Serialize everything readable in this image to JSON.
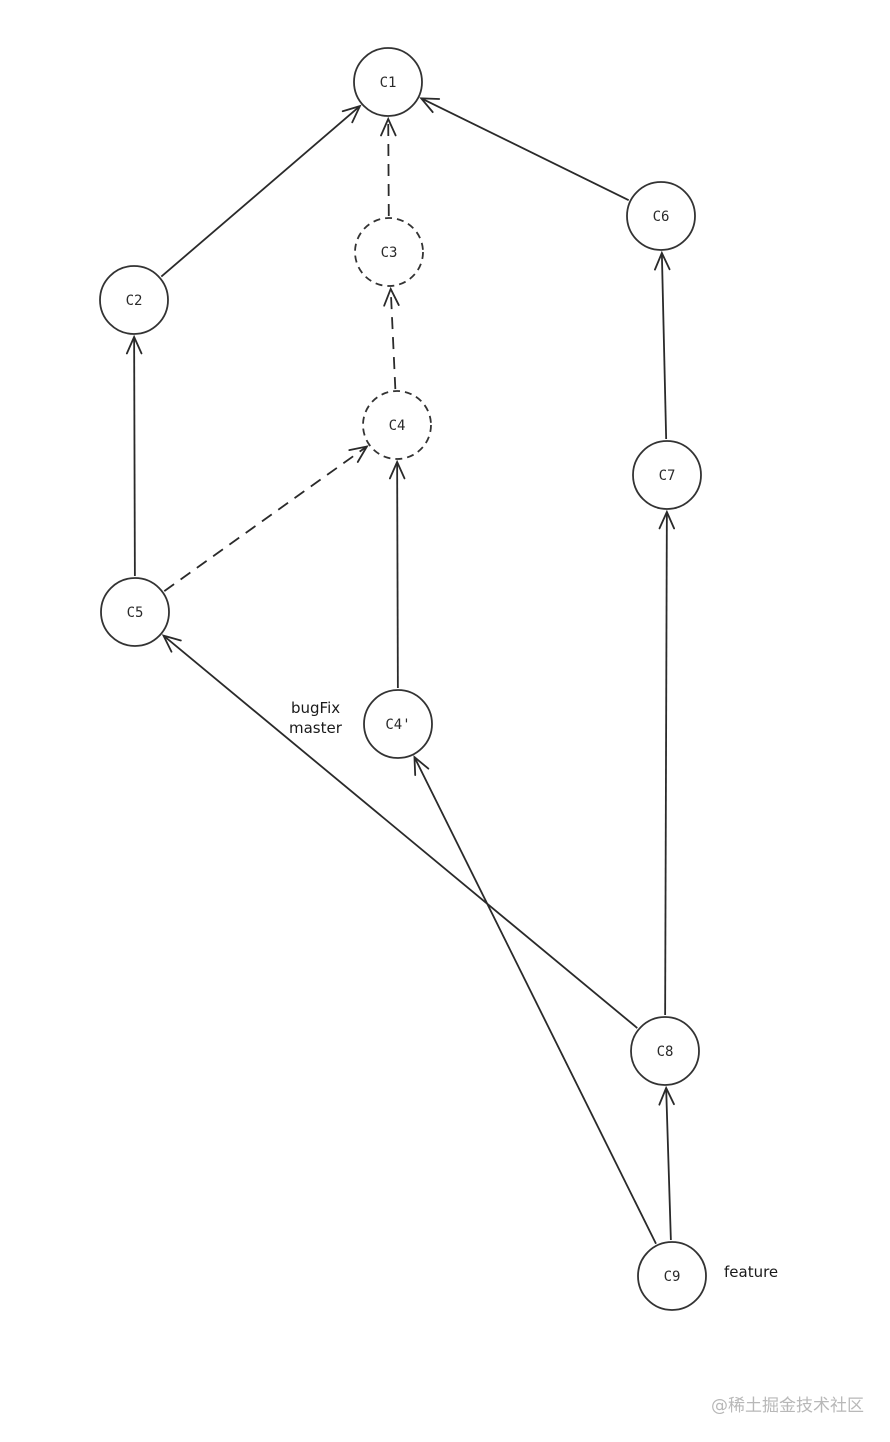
{
  "diagram": {
    "nodes": [
      {
        "id": "C1",
        "label": "C1",
        "style": "solid"
      },
      {
        "id": "C2",
        "label": "C2",
        "style": "solid"
      },
      {
        "id": "C3",
        "label": "C3",
        "style": "dashed"
      },
      {
        "id": "C4",
        "label": "C4",
        "style": "dashed"
      },
      {
        "id": "C5",
        "label": "C5",
        "style": "solid"
      },
      {
        "id": "C6",
        "label": "C6",
        "style": "solid"
      },
      {
        "id": "C7",
        "label": "C7",
        "style": "solid"
      },
      {
        "id": "C8",
        "label": "C8",
        "style": "solid"
      },
      {
        "id": "C9",
        "label": "C9",
        "style": "solid"
      },
      {
        "id": "C4p",
        "label": "C4'",
        "style": "solid"
      }
    ],
    "edges": [
      {
        "from": "C2",
        "to": "C1",
        "style": "solid"
      },
      {
        "from": "C3",
        "to": "C1",
        "style": "dashed"
      },
      {
        "from": "C6",
        "to": "C1",
        "style": "solid"
      },
      {
        "from": "C4",
        "to": "C3",
        "style": "dashed"
      },
      {
        "from": "C5",
        "to": "C2",
        "style": "solid"
      },
      {
        "from": "C5",
        "to": "C4",
        "style": "dashed"
      },
      {
        "from": "C4p",
        "to": "C4",
        "style": "solid"
      },
      {
        "from": "C7",
        "to": "C6",
        "style": "solid"
      },
      {
        "from": "C8",
        "to": "C7",
        "style": "solid"
      },
      {
        "from": "C8",
        "to": "C5",
        "style": "solid"
      },
      {
        "from": "C9",
        "to": "C8",
        "style": "solid"
      },
      {
        "from": "C9",
        "to": "C4p",
        "style": "solid"
      }
    ],
    "branch_labels": {
      "bugfix": "bugFix",
      "master": "master",
      "feature": "feature"
    }
  },
  "watermark": "@稀土掘金技术社区"
}
